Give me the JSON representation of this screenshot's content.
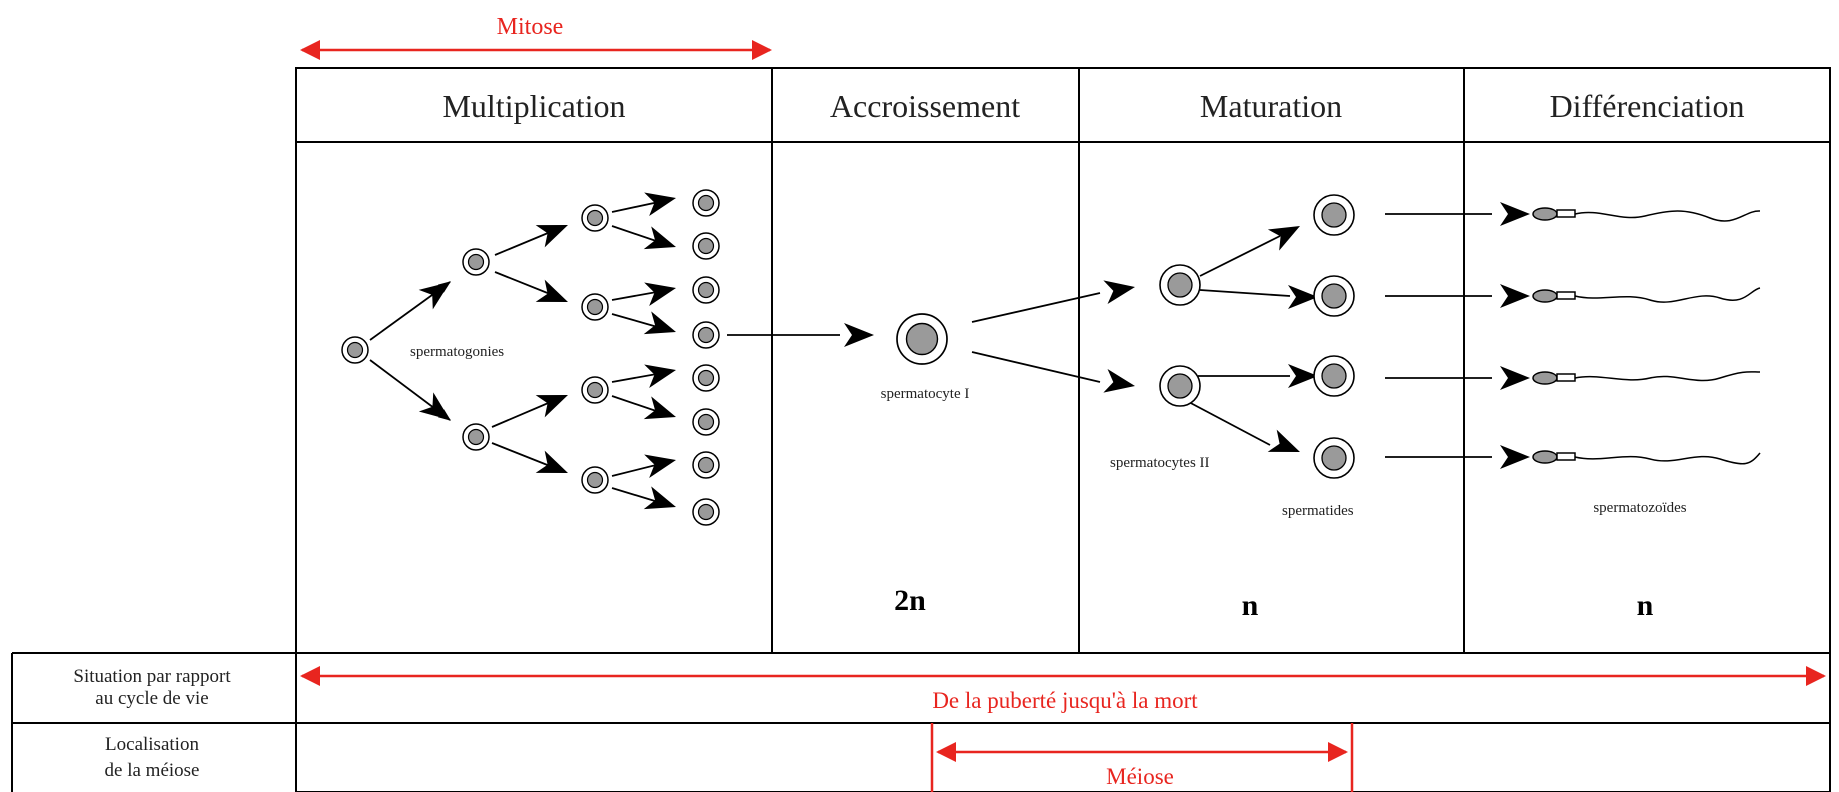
{
  "top_arrow_label": "Mitose",
  "phases": [
    "Multiplication",
    "Accroissement",
    "Maturation",
    "Différenciation"
  ],
  "cell_labels": {
    "spermatogonies": "spermatogonies",
    "spermatocyte_1": "spermatocyte I",
    "spermatocytes_2": "spermatocytes II",
    "spermatides": "spermatides",
    "spermatozoides": "spermatozoïdes"
  },
  "ploidy": {
    "accroissement": "2n",
    "maturation": "n",
    "differenciation": "n"
  },
  "rows": {
    "life_cycle": {
      "label_line1": "Situation par rapport",
      "label_line2": "au cycle de vie",
      "arrow_text": "De la puberté jusqu'à la mort"
    },
    "meiosis": {
      "label_line1": "Localisation",
      "label_line2": "de la méiose",
      "arrow_text": "Méiose"
    }
  },
  "colors": {
    "line": "#000000",
    "accent_red": "#e8251f",
    "cell_fill": "#9a9a9a",
    "cell_ring": "#ffffff"
  }
}
